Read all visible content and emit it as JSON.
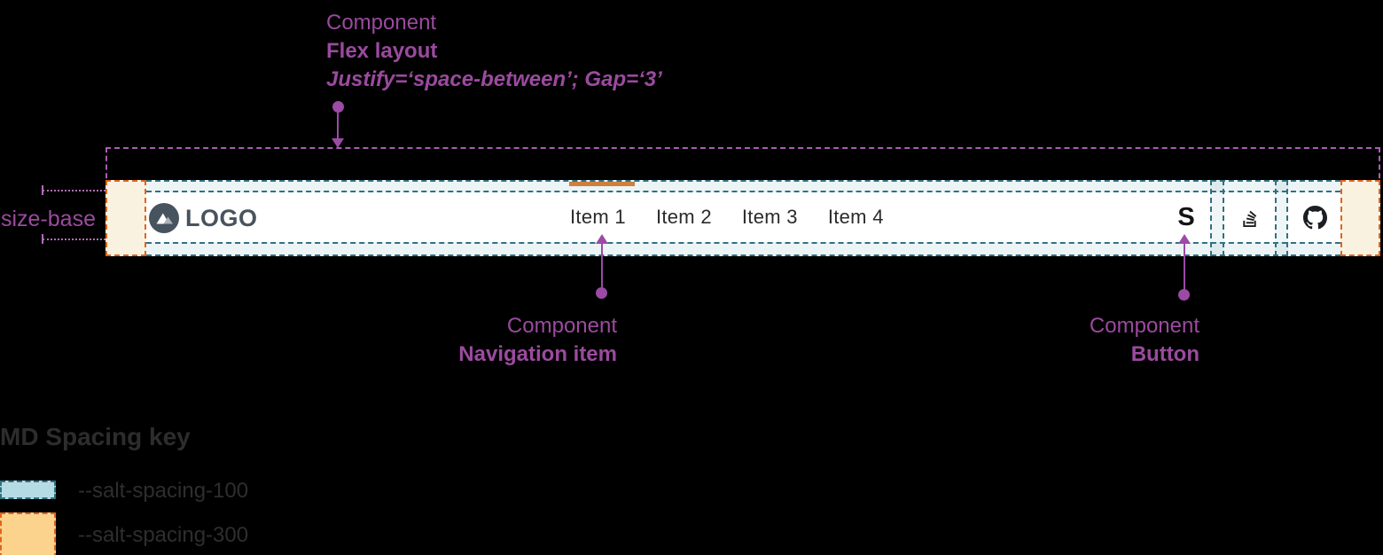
{
  "colors": {
    "background": "#000000",
    "annotation_purple": "#9b4a9f",
    "dashed_purple_border": "#aa5cb4",
    "teal_border": "#2f7183",
    "teal_fill_light": "#edf4f6",
    "teal_swatch": "#b5dce4",
    "orange_border": "#e2641c",
    "orange_fill_light": "#f9f2e1",
    "orange_swatch": "#fbd38d",
    "active_indicator": "#cd7f3e",
    "logo_slate": "#47535e",
    "nav_text": "#2b2b2b",
    "legend_text": "#2e2e2e"
  },
  "annotations": {
    "flex_layout": {
      "kind": "Component",
      "name": "Flex layout",
      "props": "Justify=‘space-between’; Gap=‘3’"
    },
    "nav_item": {
      "kind": "Component",
      "name": "Navigation item"
    },
    "button": {
      "kind": "Component",
      "name": "Button"
    },
    "size_base": "size-base"
  },
  "navbar": {
    "logo_text": "LOGO",
    "items": [
      {
        "label": "Item 1",
        "active": true
      },
      {
        "label": "Item 2",
        "active": false
      },
      {
        "label": "Item 3",
        "active": false
      },
      {
        "label": "Item 4",
        "active": false
      }
    ],
    "salt_letter": "S",
    "icon_buttons": [
      "salt-logo",
      "stackoverflow",
      "github"
    ]
  },
  "legend": {
    "title": "MD Spacing key",
    "items": [
      {
        "token": "--salt-spacing-100"
      },
      {
        "token": "--salt-spacing-300"
      }
    ]
  }
}
